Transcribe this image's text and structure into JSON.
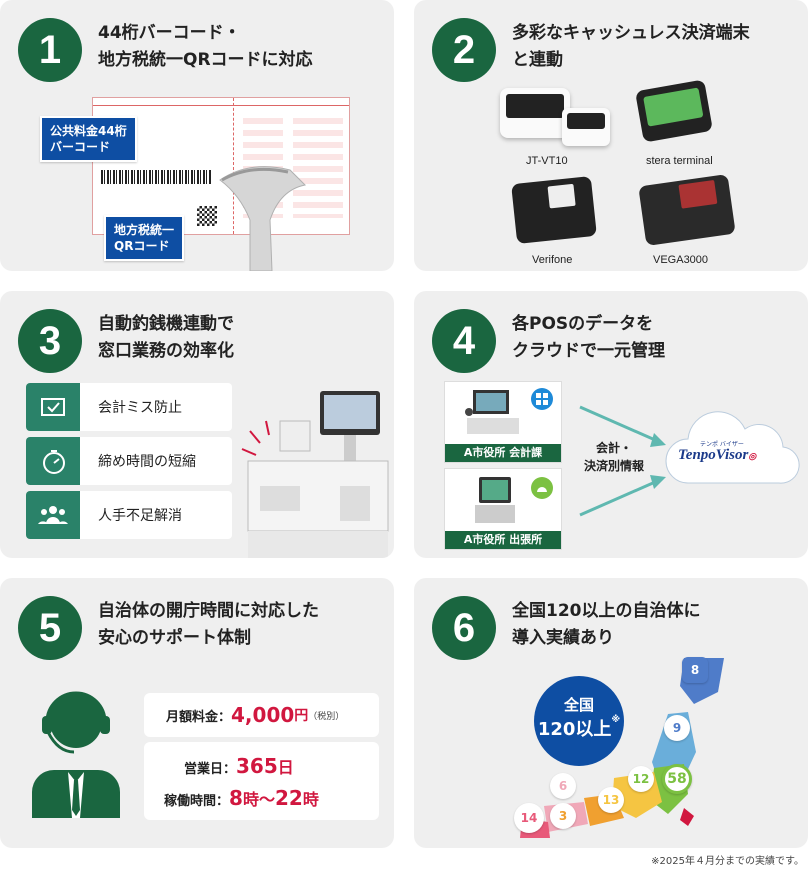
{
  "cards": [
    {
      "number": "1",
      "title": [
        "44桁バーコード・",
        "地方税統一QRコードに対応"
      ]
    },
    {
      "number": "2",
      "title": [
        "多彩なキャッシュレス決済端末",
        "と連動"
      ]
    },
    {
      "number": "3",
      "title": [
        "自動釣銭機連動で",
        "窓口業務の効率化"
      ]
    },
    {
      "number": "4",
      "title": [
        "各POSのデータを",
        "クラウドで一元管理"
      ]
    },
    {
      "number": "5",
      "title": [
        "自治体の開庁時間に対応した",
        "安心のサポート体制"
      ]
    },
    {
      "number": "6",
      "title": [
        "全国120以上の自治体に",
        "導入実績あり"
      ]
    }
  ],
  "card1": {
    "barcode_label": [
      "公共料金44桁",
      "バーコード"
    ],
    "qr_label": [
      "地方税統一",
      "QRコード"
    ]
  },
  "card2": {
    "terminals": [
      "JT-VT10",
      "stera terminal",
      "Verifone",
      "VEGA3000"
    ]
  },
  "card3": {
    "features": [
      "会計ミス防止",
      "締め時間の短縮",
      "人手不足解消"
    ]
  },
  "card4": {
    "offices": [
      "A市役所 会計課",
      "A市役所 出張所"
    ],
    "flow_label": [
      "会計・",
      "決済別情報"
    ],
    "cloud_brand": "TenpoVisor",
    "cloud_ruby": "テンポ バイザー"
  },
  "card5": {
    "fee_label": "月額料金：",
    "fee_value": "4,000",
    "fee_unit": "円",
    "fee_note": "（税別）",
    "days_label": "営業日：",
    "days_value": "365",
    "days_unit": "日",
    "hours_label": "稼働時間：",
    "hours_from": "8",
    "hours_to": "22",
    "hours_unit": "時",
    "hours_sep": "〜"
  },
  "card6": {
    "badge": [
      "全国",
      "120以上"
    ],
    "badge_mark": "※",
    "prefs": [
      "8",
      "9",
      "12",
      "58",
      "13",
      "6",
      "3",
      "14"
    ]
  },
  "footnote": "※2025年４月分までの実績です。"
}
